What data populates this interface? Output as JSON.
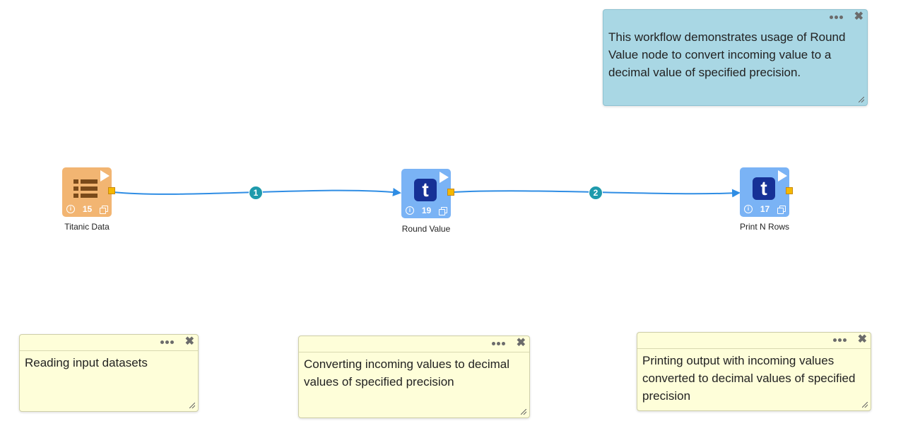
{
  "nodes": [
    {
      "id": "titanic",
      "label": "Titanic Data",
      "number": "15",
      "icon": "table-icon",
      "color": "#f2b572"
    },
    {
      "id": "round",
      "label": "Round Value",
      "number": "19",
      "icon": "t-icon",
      "color": "#7ab3f5"
    },
    {
      "id": "print",
      "label": "Print N Rows",
      "number": "17",
      "icon": "t-icon",
      "color": "#7ab3f5"
    }
  ],
  "edges": [
    {
      "badge": "1"
    },
    {
      "badge": "2"
    }
  ],
  "notes": {
    "workflow": "This workflow demonstrates usage of Round Value node to convert incoming value to a decimal value of specified precision.",
    "reading": "Reading input datasets",
    "converting": "Converting incoming values to decimal values of specified precision",
    "printing": "Printing output with incoming values converted to decimal values of specified precision"
  },
  "glyphs": {
    "t": "t",
    "info": "i",
    "close": "✖"
  },
  "colors": {
    "edge": "#2f8de4",
    "badge": "#1e9aac",
    "port": "#f5b800",
    "note_yellow": "#fefed9",
    "note_blue": "#a9d7e4"
  }
}
